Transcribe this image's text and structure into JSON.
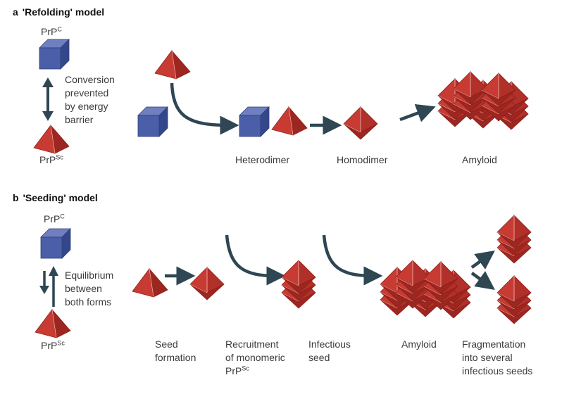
{
  "panel_a": {
    "letter": "a",
    "title": "'Refolding' model",
    "prpc": {
      "base": "PrP",
      "sup": "C"
    },
    "prpsc": {
      "base": "PrP",
      "sup": "Sc"
    },
    "note": [
      "Conversion",
      "prevented",
      "by energy",
      "barrier"
    ],
    "labels": {
      "heterodimer": "Heterodimer",
      "homodimer": "Homodimer",
      "amyloid": "Amyloid"
    }
  },
  "panel_b": {
    "letter": "b",
    "title": "'Seeding' model",
    "prpc": {
      "base": "PrP",
      "sup": "C"
    },
    "prpsc": {
      "base": "PrP",
      "sup": "Sc"
    },
    "note": [
      "Equilibrium",
      "between",
      "both forms"
    ],
    "labels": {
      "seed_formation": [
        "Seed",
        "formation"
      ],
      "recruitment": [
        "Recruitment",
        "of monomeric",
        "PrP"
      ],
      "recruitment_sup": "Sc",
      "infectious_seed": [
        "Infectious",
        "seed"
      ],
      "amyloid": "Amyloid",
      "fragmentation": [
        "Fragmentation",
        "into several",
        "infectious seeds"
      ]
    }
  },
  "colors": {
    "cube_front": "#4b5fa8",
    "cube_top": "#6f7fc0",
    "cube_side": "#34478a",
    "prp_sc": "#c83b33",
    "prp_sc_dark": "#9c2620",
    "prp_sc_light": "#e0605a",
    "arrow": "#2f4653"
  }
}
